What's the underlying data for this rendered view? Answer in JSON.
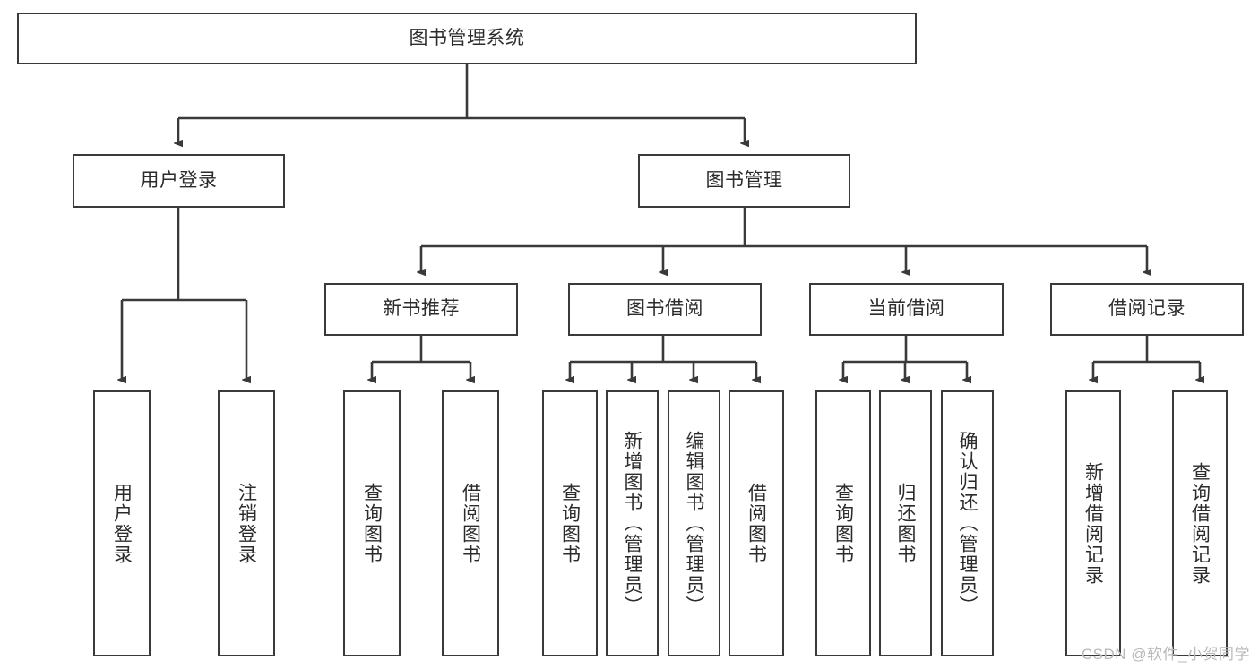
{
  "diagram": {
    "title": "图书管理系统",
    "watermark": "CSDN @软件_小贺同学",
    "line_color": "#3a3a3a",
    "text_color": "#2b2b2b",
    "background": "#ffffff",
    "nodes": {
      "root": "图书管理系统",
      "level2": {
        "user_login": "用户登录",
        "book_manage": "图书管理"
      },
      "level3": {
        "new_book_rec": "新书推荐",
        "book_borrow": "图书借阅",
        "current_borrow": "当前借阅",
        "borrow_record": "借阅记录"
      },
      "leaves": {
        "user_login_1": "用户登录",
        "user_login_2": "注销登录",
        "new_book_rec_1": "查询图书",
        "new_book_rec_2": "借阅图书",
        "book_borrow_1": "查询图书",
        "book_borrow_2": "新增图书（管理员）",
        "book_borrow_3": "编辑图书（管理员）",
        "book_borrow_4": "借阅图书",
        "current_borrow_1": "查询图书",
        "current_borrow_2": "归还图书",
        "current_borrow_3": "确认归还（管理员）",
        "borrow_record_1": "新增借阅记录",
        "borrow_record_2": "查询借阅记录"
      }
    }
  }
}
